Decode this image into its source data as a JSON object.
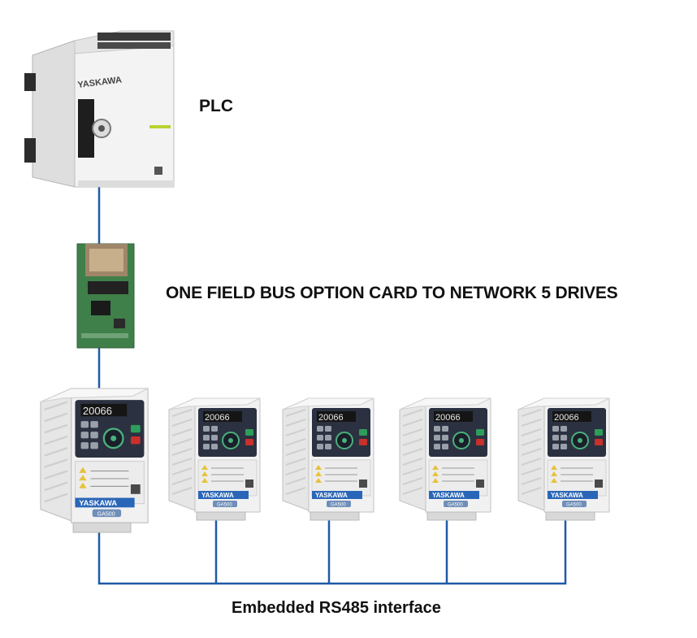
{
  "labels": {
    "plc": "PLC",
    "option_card": "ONE FIELD BUS OPTION CARD TO NETWORK 5 DRIVES",
    "bus": "Embedded RS485 interface"
  },
  "devices": {
    "plc": {
      "brand": "YASKAWA"
    },
    "drives": [
      {
        "brand": "YASKAWA",
        "display": "20066",
        "model": "GA500"
      },
      {
        "brand": "YASKAWA",
        "display": "20066",
        "model": "GA500"
      },
      {
        "brand": "YASKAWA",
        "display": "20066",
        "model": "GA500"
      },
      {
        "brand": "YASKAWA",
        "display": "20066",
        "model": "GA500"
      },
      {
        "brand": "YASKAWA",
        "display": "20066",
        "model": "GA500"
      }
    ]
  },
  "colors": {
    "wire": "#1f5aa6",
    "housing": "#f1f1f1",
    "panel": "#2b3140",
    "brand_bar": "#2a66b8",
    "accent_green": "#b7d431",
    "pcb": "#3f7f4a"
  }
}
